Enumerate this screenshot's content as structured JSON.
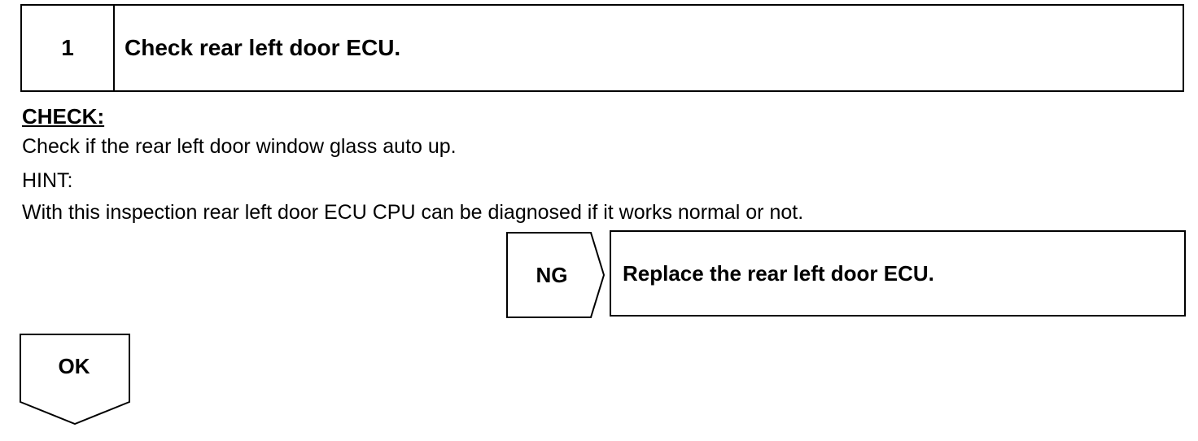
{
  "step": {
    "number": "1",
    "title": "Check rear left door ECU."
  },
  "check": {
    "label": "CHECK:",
    "text": "Check if the rear left door window glass auto up.",
    "hint_label": "HINT:",
    "hint_text": "With this inspection rear left door ECU CPU can be diagnosed if it works normal or not."
  },
  "ng": {
    "label": "NG",
    "action": "Replace the rear left door ECU."
  },
  "ok": {
    "label": "OK"
  }
}
